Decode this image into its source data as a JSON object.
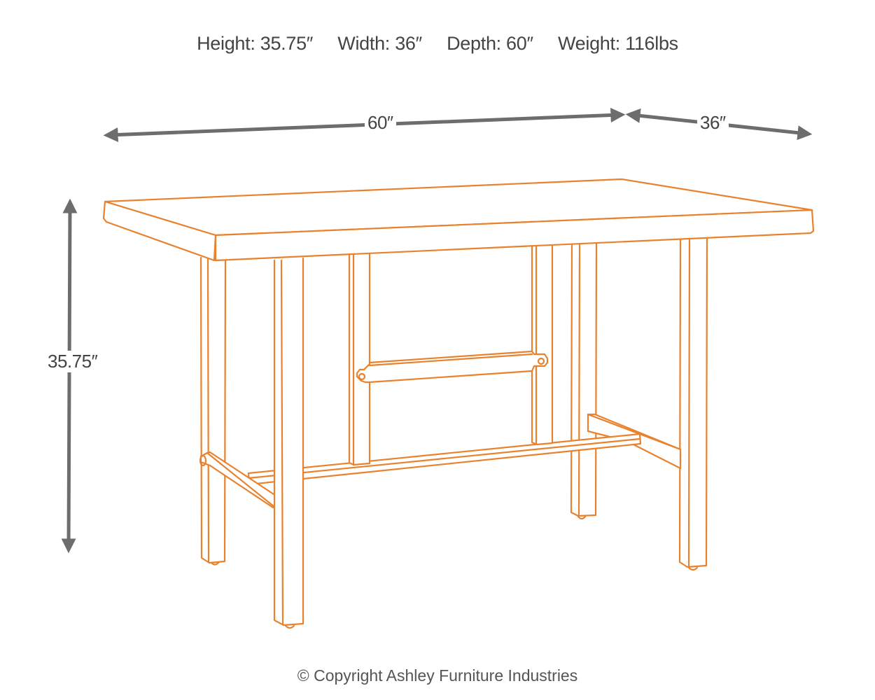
{
  "specs": {
    "height": "Height: 35.75″",
    "width": "Width: 36″",
    "depth": "Depth: 60″",
    "weight": "Weight: 116lbs"
  },
  "dimensions": {
    "length_label": "60″",
    "width_label": "36″",
    "height_label": "35.75″"
  },
  "colors": {
    "line": "#e8822e",
    "arrow": "#6d6d6d",
    "text": "#444444"
  },
  "copyright": "© Copyright Ashley Furniture Industries"
}
